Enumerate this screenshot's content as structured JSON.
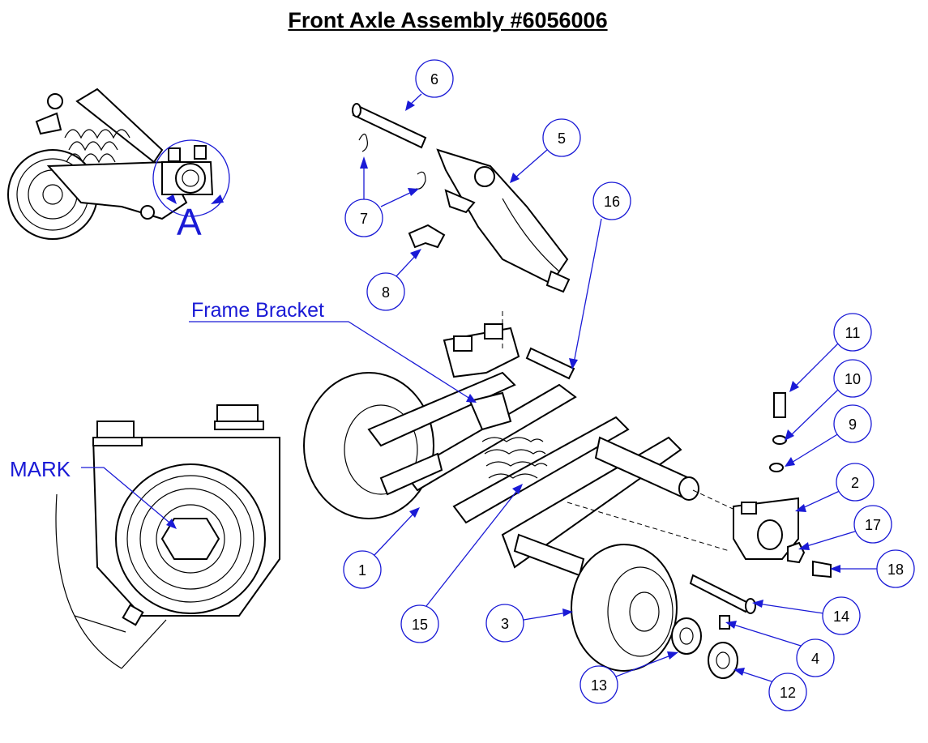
{
  "title": "Front Axle Assembly #6056006",
  "labels": {
    "frame_bracket": "Frame Bracket",
    "detail_a": "A",
    "mark": "MARK"
  },
  "colors": {
    "callout": "#1a1ad6",
    "line": "#000000"
  },
  "part_numbers": {
    "p1": "1",
    "p2": "2",
    "p3": "3",
    "p4": "4",
    "p5": "5",
    "p6": "6",
    "p7": "7",
    "p8": "8",
    "p9": "9",
    "p10": "10",
    "p11": "11",
    "p12": "12",
    "p13": "13",
    "p14": "14",
    "p15": "15",
    "p16": "16",
    "p17": "17",
    "p18": "18"
  }
}
